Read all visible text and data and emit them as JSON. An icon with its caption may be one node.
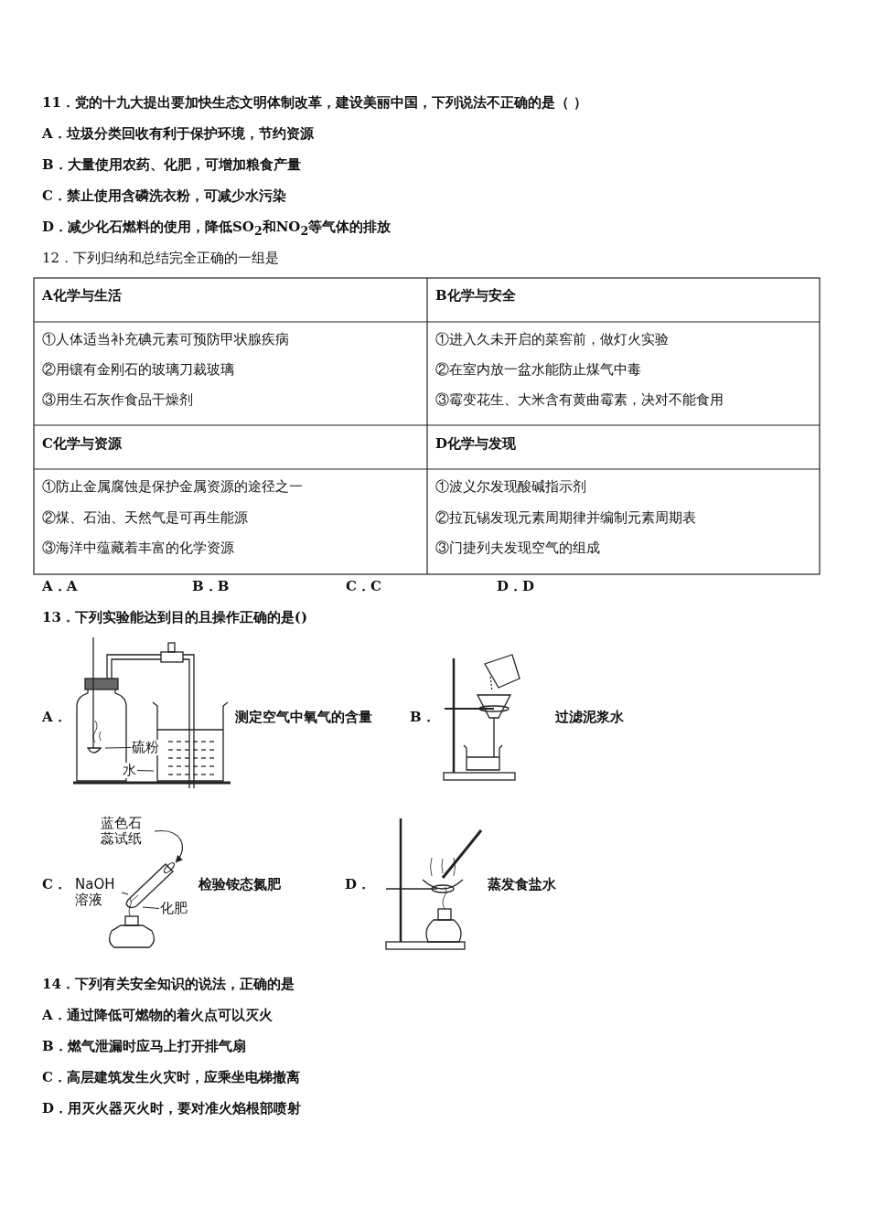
{
  "diagram": {
    "nodes": [
      {
        "text": [
          "硫粉"
        ]
      },
      {
        "text": [
          "水"
        ]
      },
      {
        "text": [
          "蓝色石蕊试纸"
        ]
      },
      {
        "text": [
          "NaOH溶液"
        ]
      },
      {
        "text": [
          "化肥"
        ]
      }
    ],
    "edges": [
      {
        "from": 0,
        "to": null,
        "arrow": "none"
      },
      {
        "from": 1,
        "to": null,
        "arrow": "none"
      },
      {
        "from": 2,
        "to": null,
        "arrow": "to"
      },
      {
        "from": 3,
        "to": null,
        "arrow": "none"
      },
      {
        "from": 4,
        "to": null,
        "arrow": "none"
      }
    ],
    "labels": [
      "11．党的十九大提出要加快生态文明体制改革，建设美丽中国，下列说法不正确的是（ ）",
      "A．垃圾分类回收有利于保护环境，节约资源",
      "B．大量使用农药、化肥，可增加粮食产量",
      "C．禁止使用含磷洗衣粉，可减少水污染",
      "D．减少化石燃料的使用，降低SO$_{2}$和NO$_{2}$等气体的排放",
      "12．下列归纳和总结完全正确的一组是",
      "A化学与生活",
      "B化学与安全",
      "①人体适当补充碘元素可预防甲状腺疾病",
      "②用镶有金刚石的玻璃刀裁玻璃",
      "③用生石灰作食品干燥剂",
      "①进入久未开启的菜窖前，做灯火实验",
      "②在室内放一盆水能防止煤气中毒",
      "③霉变花生、大米含有黄曲霉素，决对不能食用",
      "C化学与资源",
      "D化学与发现",
      "①防止金属腐蚀是保护金属资源的途径之一",
      "②煤、石油、天然气是可再生能源",
      "③海洋中蕴藏着丰富的化学资源",
      "①波义尔发现酸碱指示剂",
      "②拉瓦锡发现元素周期律并编制元素周期表",
      "③门捷列夫发现空气的组成",
      "A．A",
      "B．B",
      "C．C",
      "D．D",
      "13．下列实验能达到目的且操作正确的是()",
      "A．",
      "测定空气中氧气的含量",
      "B．",
      "过滤泥浆水",
      "C．",
      "检验铵态氮肥",
      "D．",
      "蒸发食盐水",
      "14．下列有关安全知识的说法，正确的是",
      "A．通过降低可燃物的着火点可以灭火",
      "B．燃气泄漏时应马上打开排气扇",
      "C．高层建筑发生火灾时，应乘坐电梯撤离",
      "D．用灭火器灭火时，要对准火焰根部喷射"
    ]
  }
}
